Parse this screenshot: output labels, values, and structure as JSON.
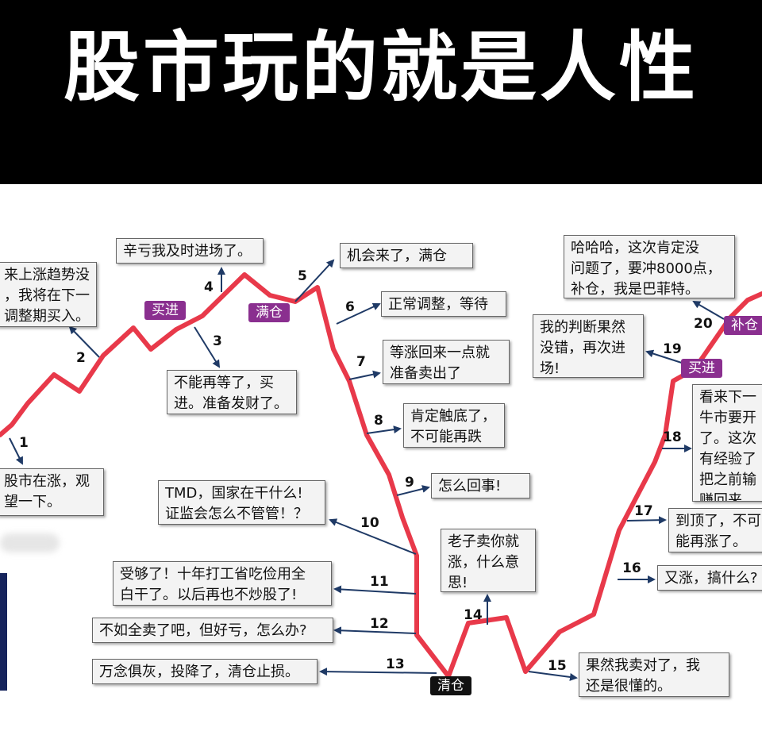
{
  "title": "股市玩的就是人性",
  "colors": {
    "line": "#e8394a",
    "arrow": "#1f3a66",
    "tag_purple": "#8a2f8f",
    "tag_black": "#111111",
    "header_bg": "#000000"
  },
  "tags": {
    "buy_1": "买进",
    "full_1": "满仓",
    "clear": "清仓",
    "buy_2": "买进",
    "add": "补仓"
  },
  "steps": [
    {
      "n": "1",
      "text": "股市在涨，观\n望一下。"
    },
    {
      "n": "2",
      "text": "来上涨趋势没\n，我将在下一\n调整期买入。"
    },
    {
      "n": "3",
      "text": "不能再等了，买\n进。准备发财了。"
    },
    {
      "n": "4",
      "text": "辛亏我及时进场了。"
    },
    {
      "n": "5",
      "text": "机会来了，满仓"
    },
    {
      "n": "6",
      "text": "正常调整，等待"
    },
    {
      "n": "7",
      "text": "等涨回来一点就\n准备卖出了"
    },
    {
      "n": "8",
      "text": "肯定触底了，\n不可能再跌"
    },
    {
      "n": "9",
      "text": "怎么回事!"
    },
    {
      "n": "10",
      "text": "TMD，国家在干什么!\n证监会怎么不管管！？"
    },
    {
      "n": "11",
      "text": "受够了！十年打工省吃俭用全\n白干了。以后再也不炒股了!"
    },
    {
      "n": "12",
      "text": "不如全卖了吧，但好亏，怎么办?"
    },
    {
      "n": "13",
      "text": "万念俱灰，投降了，清仓止损。"
    },
    {
      "n": "14",
      "text": "老子卖你就\n涨，什么意\n思!"
    },
    {
      "n": "15",
      "text": "果然我卖对了，我\n还是很懂的。"
    },
    {
      "n": "16",
      "text": "又涨，搞什么?"
    },
    {
      "n": "17",
      "text": "到顶了，不可\n能再涨了。"
    },
    {
      "n": "18",
      "text": "看来下一\n牛市要开\n了。这次\n有经验了\n把之前输\n赚回来。"
    },
    {
      "n": "19",
      "text": "我的判断果然\n没错，再次进\n场!"
    },
    {
      "n": "20",
      "text": "哈哈哈，这次肯定没\n问题了，要冲8000点，\n补仓，我是巴菲特。"
    }
  ]
}
